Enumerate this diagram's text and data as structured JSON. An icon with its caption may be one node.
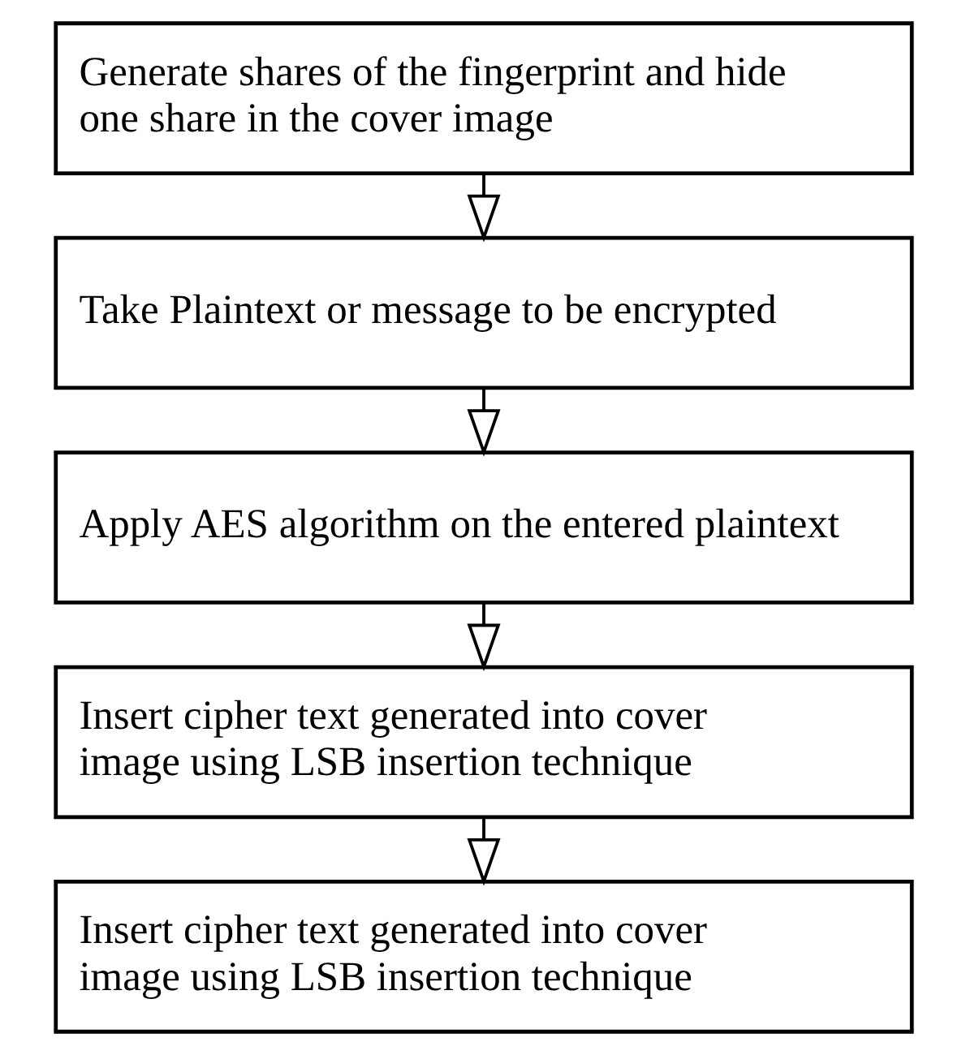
{
  "diagram": {
    "nodes": [
      {
        "text": [
          "Generate shares of the fingerprint and hide one share in the cover image"
        ]
      },
      {
        "text": [
          "Take Plaintext or message to be encrypted"
        ]
      },
      {
        "text": [
          "Apply AES algorithm on the entered plaintext"
        ]
      },
      {
        "text": [
          "Insert cipher text generated into cover image using LSB insertion technique"
        ]
      },
      {
        "text": [
          "Insert cipher text generated into cover image using LSB insertion technique"
        ]
      }
    ],
    "edges": [
      {
        "from": 0,
        "to": 1,
        "arrow": "to"
      },
      {
        "from": 1,
        "to": 2,
        "arrow": "to"
      },
      {
        "from": 2,
        "to": 3,
        "arrow": "to"
      },
      {
        "from": 3,
        "to": 4,
        "arrow": "to"
      }
    ]
  }
}
